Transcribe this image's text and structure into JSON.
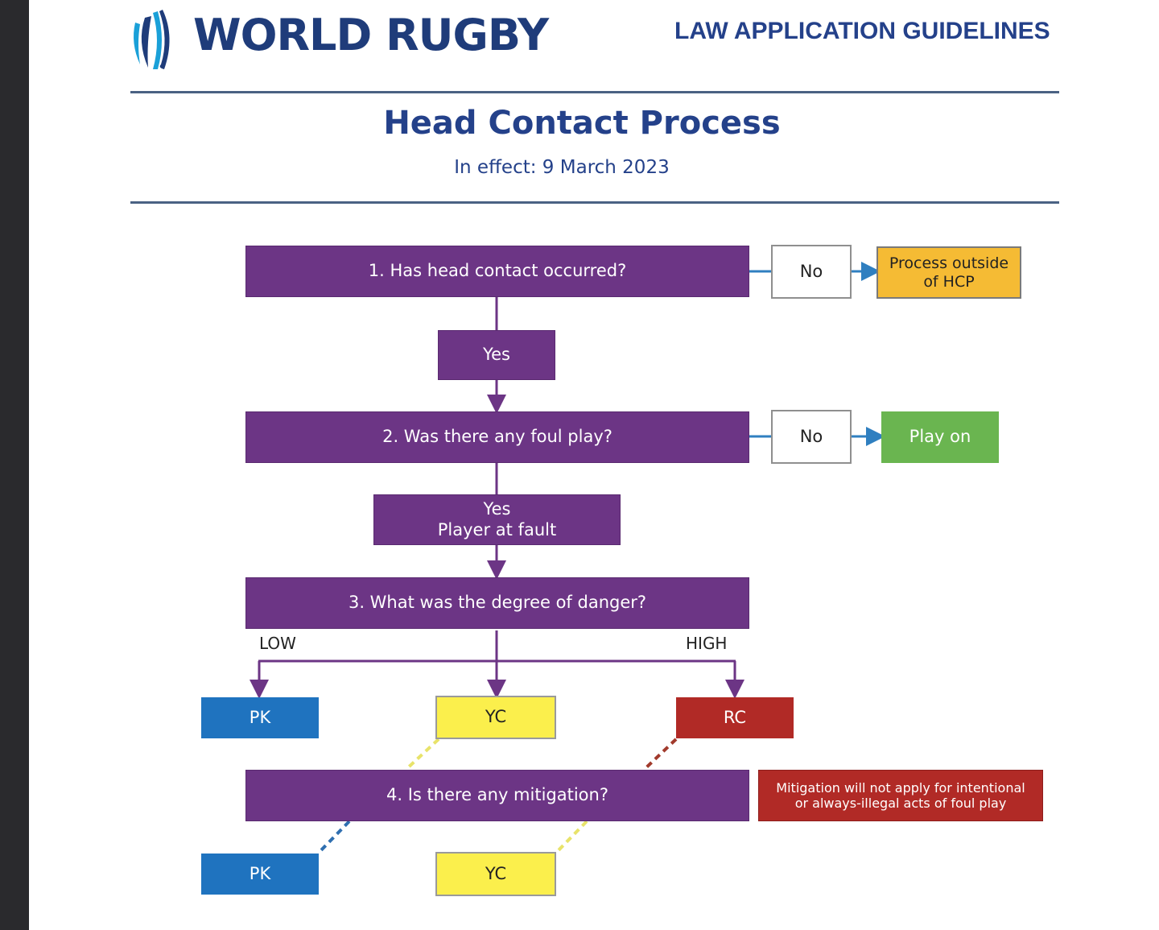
{
  "header": {
    "logo_text": "WORLD RUGBY",
    "doc_type": "LAW APPLICATION GUIDELINES",
    "title": "Head Contact Process",
    "subtitle": "In effect: 9 March 2023"
  },
  "flow": {
    "q1": "1. Has head contact occurred?",
    "q1_no": "No",
    "q1_outcome_line1": "Process outside",
    "q1_outcome_line2": "of HCP",
    "q1_yes": "Yes",
    "q2": "2. Was there any foul play?",
    "q2_no": "No",
    "q2_outcome": "Play on",
    "q2_yes_line1": "Yes",
    "q2_yes_line2": "Player at fault",
    "q3": "3. What was the degree of danger?",
    "low_label": "LOW",
    "high_label": "HIGH",
    "pk": "PK",
    "yc": "YC",
    "rc": "RC",
    "q4": "4. Is there any mitigation?",
    "mitigation_note_line1": "Mitigation will not apply for intentional",
    "mitigation_note_line2": "or always-illegal acts of foul play",
    "pk_mitigated": "PK",
    "yc_mitigated": "YC"
  },
  "colors": {
    "question": "#6c3585",
    "penalty_kick": "#1f73bf",
    "yellow_card": "#fbef4c",
    "red_card": "#b12a26",
    "play_on": "#6ab550",
    "outside_hcp": "#f5bb34",
    "brand": "#24418a"
  }
}
